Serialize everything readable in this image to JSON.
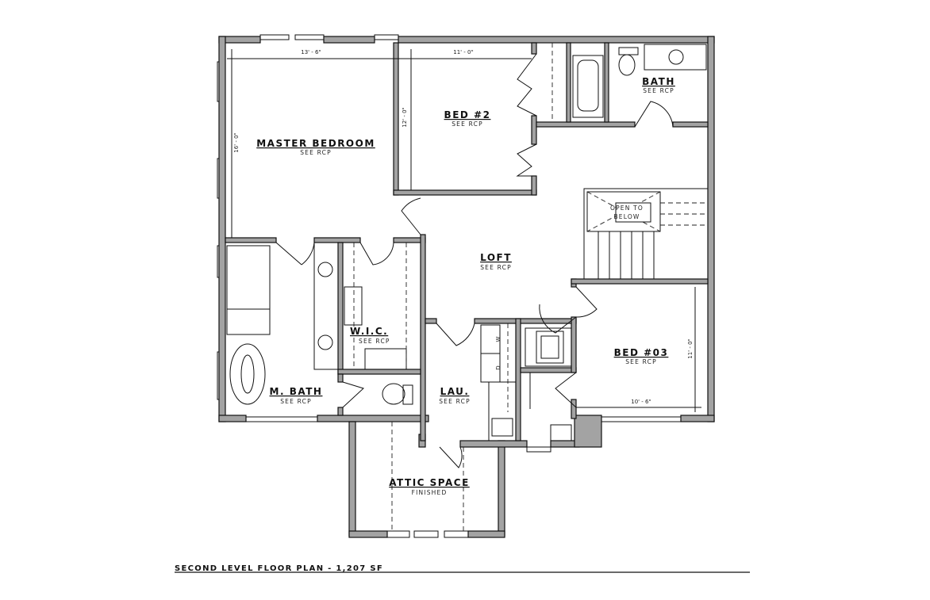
{
  "drawing_title": "SECOND LEVEL FLOOR PLAN - 1,207 SF",
  "rooms": [
    {
      "name": "MASTER BEDROOM",
      "note": "SEE RCP"
    },
    {
      "name": "BED #2",
      "note": "SEE RCP"
    },
    {
      "name": "BATH",
      "note": "SEE RCP"
    },
    {
      "name": "LOFT",
      "note": "SEE RCP"
    },
    {
      "name": "W.I.C.",
      "note": "SEE RCP"
    },
    {
      "name": "M. BATH",
      "note": "SEE RCP"
    },
    {
      "name": "LAU.",
      "note": "SEE RCP"
    },
    {
      "name": "BED #03",
      "note": "SEE RCP"
    },
    {
      "name": "ATTIC SPACE",
      "note": "FINISHED"
    }
  ],
  "open_to_below": [
    "OPEN TO",
    "BELOW"
  ],
  "dimensions": {
    "master_width": "13' - 6\"",
    "master_depth": "16' - 0\"",
    "bed2_width": "11' - 0\"",
    "bed2_depth": "12' - 0\"",
    "bed3_width": "10' - 6\"",
    "bed3_depth": "11' - 0\""
  },
  "appliances": {
    "washer": "W",
    "dryer": "D"
  }
}
